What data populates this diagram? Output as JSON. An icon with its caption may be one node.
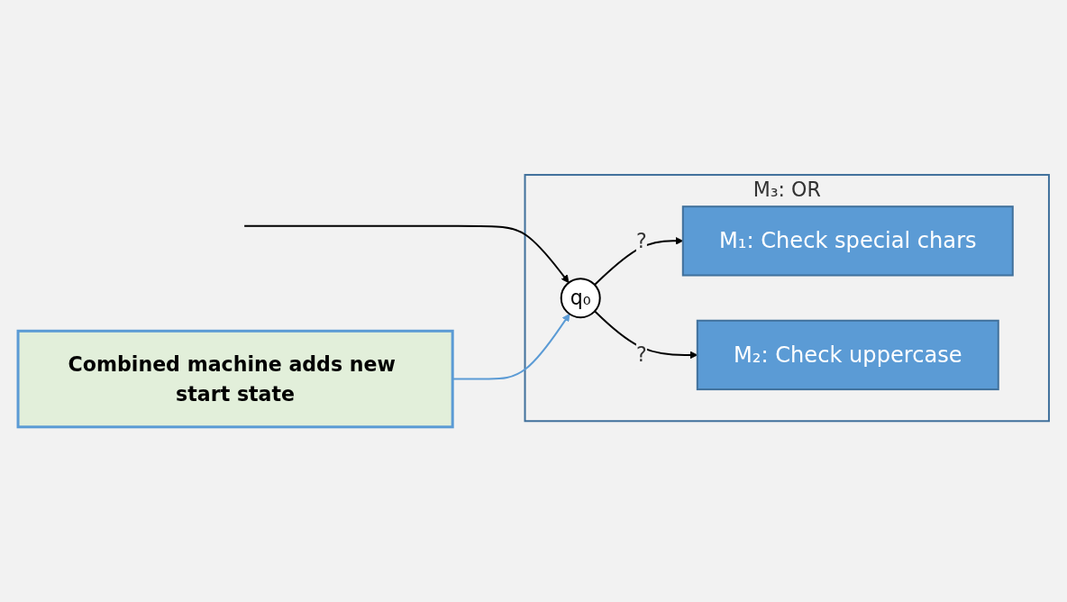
{
  "diagram": {
    "nodes": [
      {
        "text": [
          "M₃: OR"
        ]
      },
      {
        "text": [
          "q₀"
        ],
        "in": 0
      },
      {
        "text": [
          "M₁: Check special chars"
        ],
        "in": 0
      },
      {
        "text": [
          "M₂: Check uppercase"
        ],
        "in": 0
      },
      {
        "text": [
          "Combined machine adds new start state"
        ]
      }
    ],
    "edges": [
      {
        "from": null,
        "to": 1,
        "arrow": "to"
      },
      {
        "from": 1,
        "to": 2,
        "arrow": "to",
        "label": "?"
      },
      {
        "from": 1,
        "to": 3,
        "arrow": "to",
        "label": "?"
      },
      {
        "from": 4,
        "to": 1,
        "arrow": "to",
        "color": "#5b9bd5"
      }
    ]
  }
}
